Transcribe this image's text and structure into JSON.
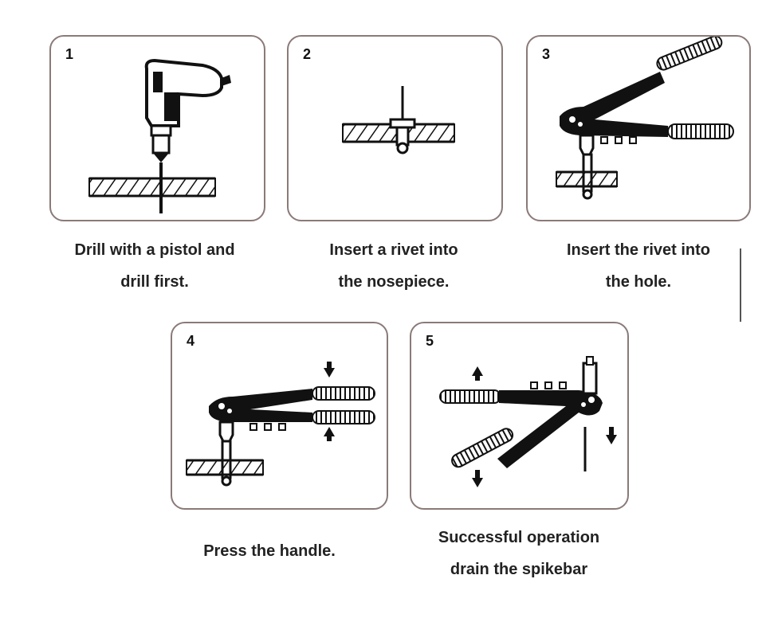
{
  "steps": [
    {
      "number": "1",
      "caption_line1": "Drill with a pistol and",
      "caption_line2": "drill first."
    },
    {
      "number": "2",
      "caption_line1": "Insert a rivet into",
      "caption_line2": "the nosepiece."
    },
    {
      "number": "3",
      "caption_line1": "Insert the rivet into",
      "caption_line2": "the hole."
    },
    {
      "number": "4",
      "caption_line1": "Press the handle.",
      "caption_line2": ""
    },
    {
      "number": "5",
      "caption_line1": "Successful operation",
      "caption_line2": "drain the spikebar"
    }
  ],
  "colors": {
    "panel_border": "#8a7a78",
    "ink": "#111111"
  }
}
